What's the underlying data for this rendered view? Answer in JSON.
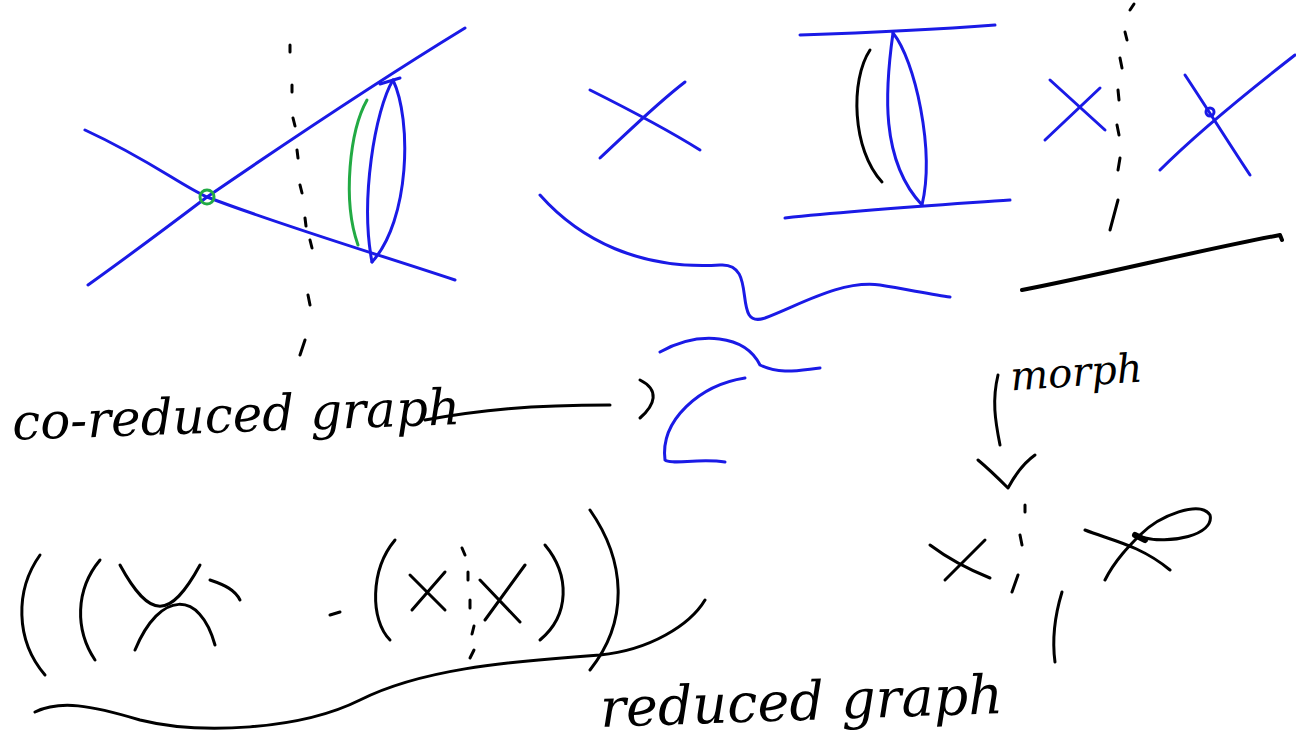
{
  "diagram": {
    "labels": [
      "co-reduced graph",
      "morph",
      "reduced graph"
    ]
  }
}
